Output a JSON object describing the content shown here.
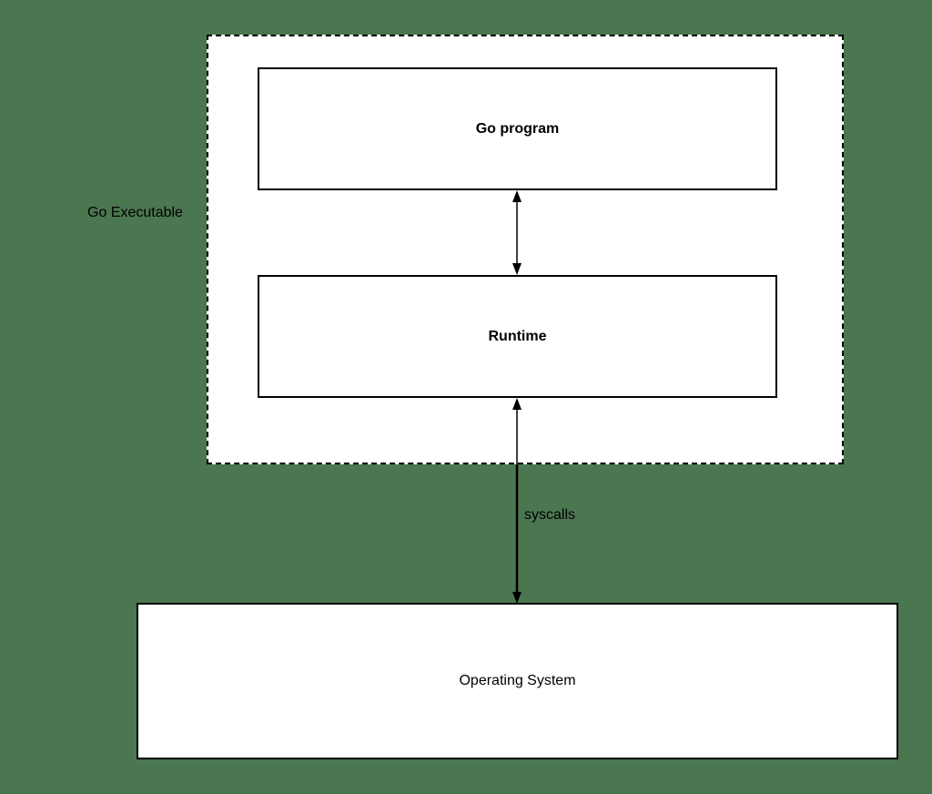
{
  "diagram": {
    "container": {
      "label": "Go Executable",
      "style": "dashed"
    },
    "nodes": {
      "go_program": {
        "label": "Go program"
      },
      "runtime": {
        "label": "Runtime"
      },
      "operating_system": {
        "label": "Operating System"
      }
    },
    "edges": [
      {
        "from": "go_program",
        "to": "runtime",
        "direction": "bidirectional",
        "label": ""
      },
      {
        "from": "runtime",
        "to": "operating_system",
        "direction": "bidirectional",
        "label": "syscalls"
      }
    ],
    "colors": {
      "background": "#4a7650",
      "box_fill": "#ffffff",
      "stroke": "#000000"
    }
  }
}
